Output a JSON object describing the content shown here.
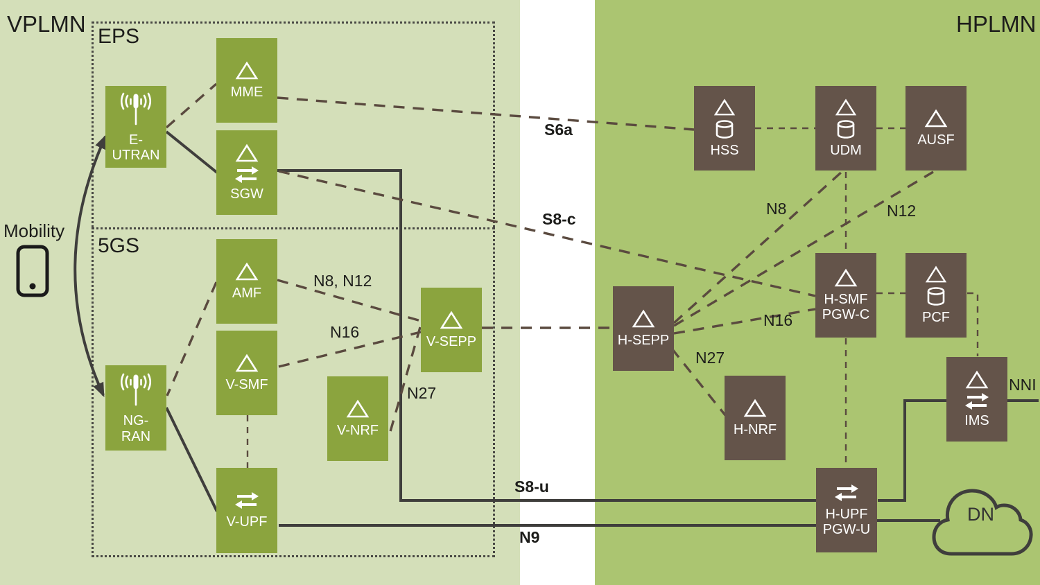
{
  "regions": {
    "vplmn": "VPLMN",
    "hplmn": "HPLMN",
    "eps": "EPS",
    "fivegs": "5GS"
  },
  "mobility_label": "Mobility",
  "nodes": {
    "eutran": {
      "label": "E-\nUTRAN"
    },
    "mme": {
      "label": "MME"
    },
    "sgw": {
      "label": "SGW"
    },
    "ngran": {
      "label": "NG-\nRAN"
    },
    "amf": {
      "label": "AMF"
    },
    "vsmf": {
      "label": "V-SMF"
    },
    "vnrf": {
      "label": "V-NRF"
    },
    "vsepp": {
      "label": "V-SEPP"
    },
    "vupf": {
      "label": "V-UPF"
    },
    "hss": {
      "label": "HSS"
    },
    "udm": {
      "label": "UDM"
    },
    "ausf": {
      "label": "AUSF"
    },
    "hsepp": {
      "label": "H-SEPP"
    },
    "hnrf": {
      "label": "H-NRF"
    },
    "hsmf": {
      "label": "H-SMF\nPGW-C"
    },
    "pcf": {
      "label": "PCF"
    },
    "ims": {
      "label": "IMS"
    },
    "hupf": {
      "label": "H-UPF\nPGW-U"
    },
    "dn": {
      "label": "DN"
    }
  },
  "interfaces": {
    "s6a": "S6a",
    "s8c": "S8-c",
    "s8u": "S8-u",
    "n9": "N9",
    "n8n12_v": "N8, N12",
    "n16_v": "N16",
    "n27_v": "N27",
    "n8_h": "N8",
    "n12_h": "N12",
    "n16_h": "N16",
    "n27_h": "N27",
    "nni": "NNI"
  },
  "colors": {
    "vplmn_bg": "#d4dfb9",
    "gap_bg": "#ffffff",
    "hplmn_bg": "#abc571",
    "vplmn_node": "#8ba43e",
    "hplmn_node": "#64544a",
    "dashed_link": "#5a4a3f",
    "solid_link": "#3f3e3c",
    "region_border": "#494944",
    "text": "#1d1d1b"
  }
}
